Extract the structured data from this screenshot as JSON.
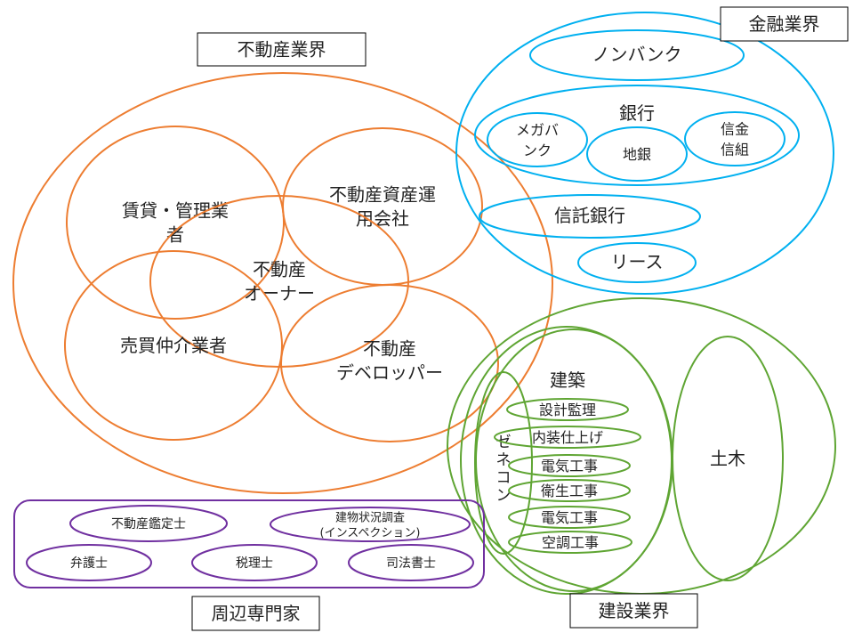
{
  "colors": {
    "real_estate": "#ED7D31",
    "finance": "#00B0F0",
    "construction": "#5FA533",
    "experts": "#7030A0"
  },
  "real_estate": {
    "title": "不動産業界",
    "items": [
      {
        "lines": [
          "賃貸・管理業",
          "者"
        ]
      },
      {
        "lines": [
          "不動産資産運",
          "用会社"
        ]
      },
      {
        "lines": [
          "不動産",
          "オーナー"
        ]
      },
      {
        "lines": [
          "売買仲介業者"
        ]
      },
      {
        "lines": [
          "不動産",
          "デベロッパー"
        ]
      }
    ]
  },
  "finance": {
    "title": "金融業界",
    "nonbank": "ノンバンク",
    "bank": "銀行",
    "bank_items": [
      {
        "lines": [
          "メガバ",
          "ンク"
        ]
      },
      {
        "lines": [
          "地銀"
        ]
      },
      {
        "lines": [
          "信金",
          "信組"
        ]
      }
    ],
    "trust_bank": "信託銀行",
    "lease": "リース"
  },
  "construction": {
    "title": "建設業界",
    "architecture": "建築",
    "general_contractor": [
      "ゼ",
      "ネ",
      "コ",
      "ン"
    ],
    "works": [
      "設計監理",
      "内装仕上げ",
      "電気工事",
      "衛生工事",
      "電気工事",
      "空調工事"
    ],
    "civil": "土木"
  },
  "experts": {
    "title": "周辺専門家",
    "items": [
      {
        "lines": [
          "不動産鑑定士"
        ]
      },
      {
        "lines": [
          "建物状況調査",
          "(インスペクション)"
        ]
      },
      {
        "lines": [
          "弁護士"
        ]
      },
      {
        "lines": [
          "税理士"
        ]
      },
      {
        "lines": [
          "司法書士"
        ]
      }
    ]
  }
}
